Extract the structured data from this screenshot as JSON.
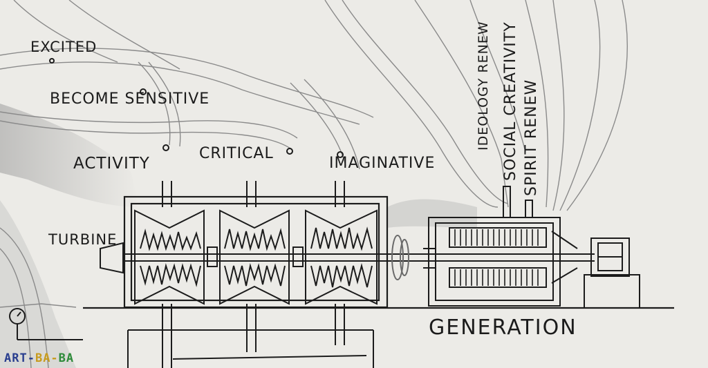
{
  "labels": {
    "excited": "EXCITED",
    "become_sensitive": "BECOME SENSITIVE",
    "activity": "ACTIVITY",
    "critical": "CRITICAL",
    "imaginative": "IMAGINATIVE",
    "turbine": "TURBINE",
    "generation": "GENERATION",
    "ideology_renew": "IDEOLOGY RENEW",
    "social_creativity": "SOCIAL CREATIVITY",
    "spirit_renew": "SPIRIT RENEW"
  },
  "watermark": {
    "part1": "ART-",
    "part2": "BA-",
    "part3": "BA"
  },
  "colors": {
    "paper": "#ecebe7",
    "ink": "#1b1b1b",
    "pencil": "#8a8a8a"
  }
}
